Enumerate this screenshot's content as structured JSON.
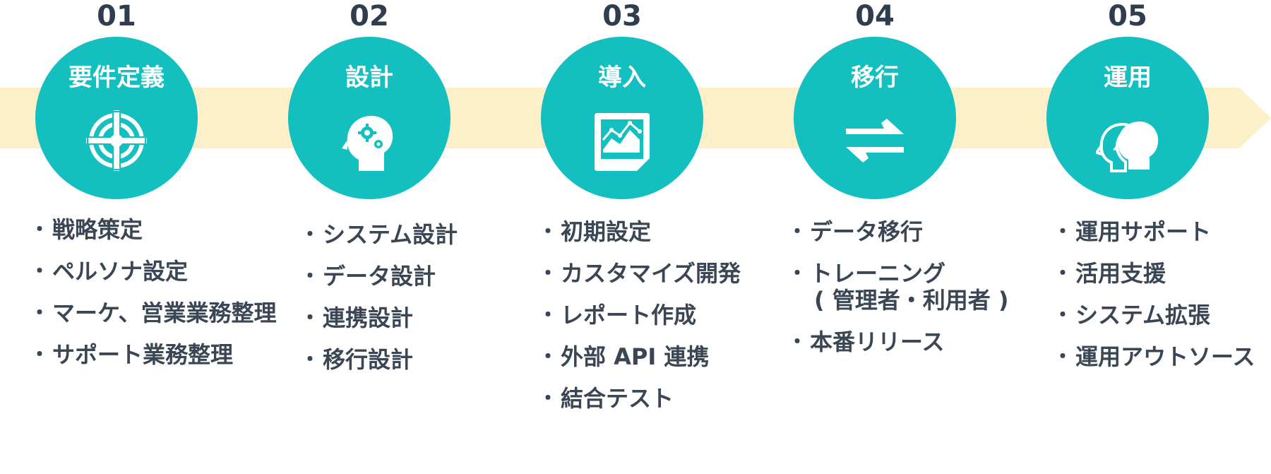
{
  "colors": {
    "circle": "#14bfbf",
    "arrow": "#fdf0c8",
    "text": "#3a4654",
    "number": "#2f3e4e"
  },
  "steps": [
    {
      "number": "01",
      "title": "要件定義",
      "icon": "target-icon",
      "items": [
        "戦略策定",
        "ペルソナ設定",
        "マーケ、営業業務整理",
        "サポート業務整理"
      ]
    },
    {
      "number": "02",
      "title": "設計",
      "icon": "head-gears-icon",
      "items": [
        "システム設計",
        "データ設計",
        "連携設計",
        "移行設計"
      ]
    },
    {
      "number": "03",
      "title": "導入",
      "icon": "chart-document-icon",
      "items": [
        "初期設定",
        "カスタマイズ開発",
        "レポート作成",
        "外部 API 連携",
        "結合テスト"
      ]
    },
    {
      "number": "04",
      "title": "移行",
      "icon": "swap-arrows-icon",
      "items": [
        "データ移行",
        "トレーニング",
        "本番リリース"
      ],
      "items_sub": {
        "1": "( 管理者・利用者 )"
      }
    },
    {
      "number": "05",
      "title": "運用",
      "icon": "two-heads-icon",
      "items": [
        "運用サポート",
        "活用支援",
        "システム拡張",
        "運用アウトソース"
      ]
    }
  ]
}
